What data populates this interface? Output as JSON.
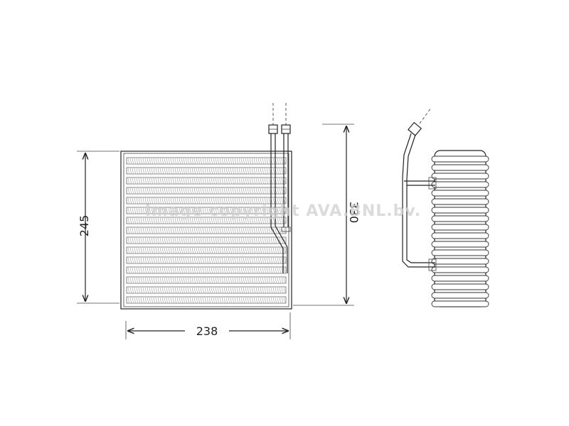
{
  "dimensions": {
    "width": "238",
    "height": "245",
    "total_height": "330"
  },
  "watermark": "Image copyright AVA.BNL.bv.",
  "colors": {
    "line": "#222222",
    "background": "#ffffff",
    "watermark": "#cfcfcf"
  }
}
